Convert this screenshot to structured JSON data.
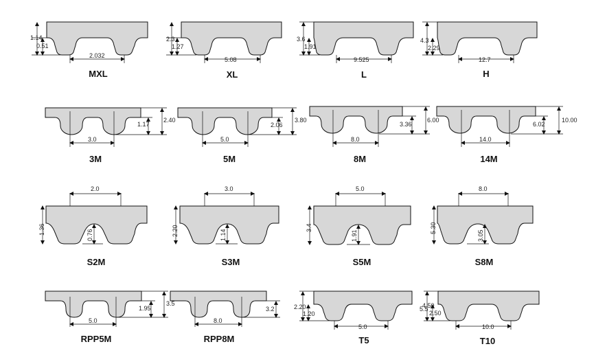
{
  "profiles": [
    {
      "name": "MXL",
      "dims": [
        "1.14",
        "0.51",
        "2.032"
      ]
    },
    {
      "name": "XL",
      "dims": [
        "2.3",
        "1.27",
        "5.08"
      ]
    },
    {
      "name": "L",
      "dims": [
        "3.6",
        "1.91",
        "9.525"
      ]
    },
    {
      "name": "H",
      "dims": [
        "4.3",
        "2.29",
        "12.7"
      ]
    },
    {
      "name": "3M",
      "dims": [
        "1.17",
        "2.40",
        "3.0"
      ]
    },
    {
      "name": "5M",
      "dims": [
        "2.06",
        "3.80",
        "5.0"
      ]
    },
    {
      "name": "8M",
      "dims": [
        "3.36",
        "6.00",
        "8.0"
      ]
    },
    {
      "name": "14M",
      "dims": [
        "6.02",
        "10.00",
        "14.0"
      ]
    },
    {
      "name": "S2M",
      "dims": [
        "2.0",
        "1.36",
        "0.76"
      ]
    },
    {
      "name": "S3M",
      "dims": [
        "3.0",
        "2.20",
        "1.14"
      ]
    },
    {
      "name": "S5M",
      "dims": [
        "5.0",
        "3.4",
        "1.91"
      ]
    },
    {
      "name": "S8M",
      "dims": [
        "8.0",
        "5.30",
        "3.05"
      ]
    },
    {
      "name": "RPP5M",
      "dims": [
        "1.95",
        "3.5",
        "5.0"
      ]
    },
    {
      "name": "RPP8M",
      "dims": [
        "3.2",
        "8.0"
      ]
    },
    {
      "name": "T5",
      "dims": [
        "2.20",
        "1.20",
        "5.0"
      ]
    },
    {
      "name": "T10",
      "dims": [
        "4.50",
        "5.5",
        "2.50",
        "10.0"
      ]
    }
  ]
}
